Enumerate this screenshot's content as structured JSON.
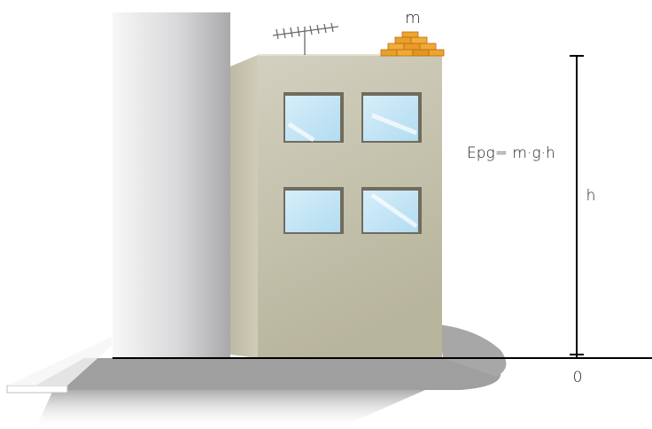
{
  "labels": {
    "mass": "m",
    "formula": "Epg= m·g·h",
    "height": "h",
    "zero": "0"
  },
  "colors": {
    "wall": "#c9c6b0",
    "window_glass": "#bfe3f5",
    "bricks": "#e8a02a",
    "ground_shadow": "#8c8c8c",
    "axis": "#000000"
  },
  "icons": {
    "antenna": "tv-antenna-icon",
    "bricks": "brick-pile-icon"
  }
}
